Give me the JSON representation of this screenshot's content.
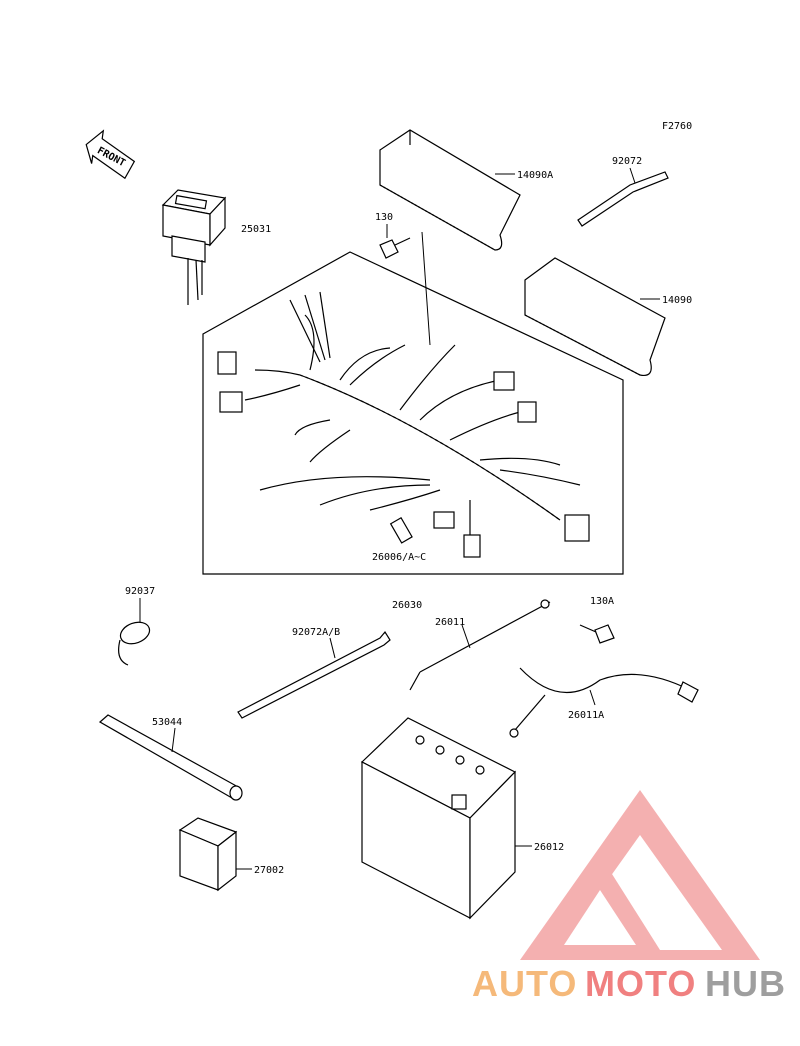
{
  "diagram": {
    "figure_code": "F2760",
    "front_label": "FRONT",
    "labels": {
      "p14090A": "14090A",
      "p92072": "92072",
      "p25031": "25031",
      "p130": "130",
      "p14090": "14090",
      "p26006": "26006/A~C",
      "p92037": "92037",
      "p26030": "26030",
      "p92072AB": "92072A/B",
      "p26011": "26011",
      "p130A": "130A",
      "p26011A": "26011A",
      "p53044": "53044",
      "p26012": "26012",
      "p27002": "27002"
    }
  },
  "watermark": {
    "part1": "AUTO",
    "part2": "MOTO",
    "part3": "HUB",
    "colors": {
      "orange": "#f5b97a",
      "red": "#f08080",
      "gray": "#9e9e9e"
    }
  }
}
